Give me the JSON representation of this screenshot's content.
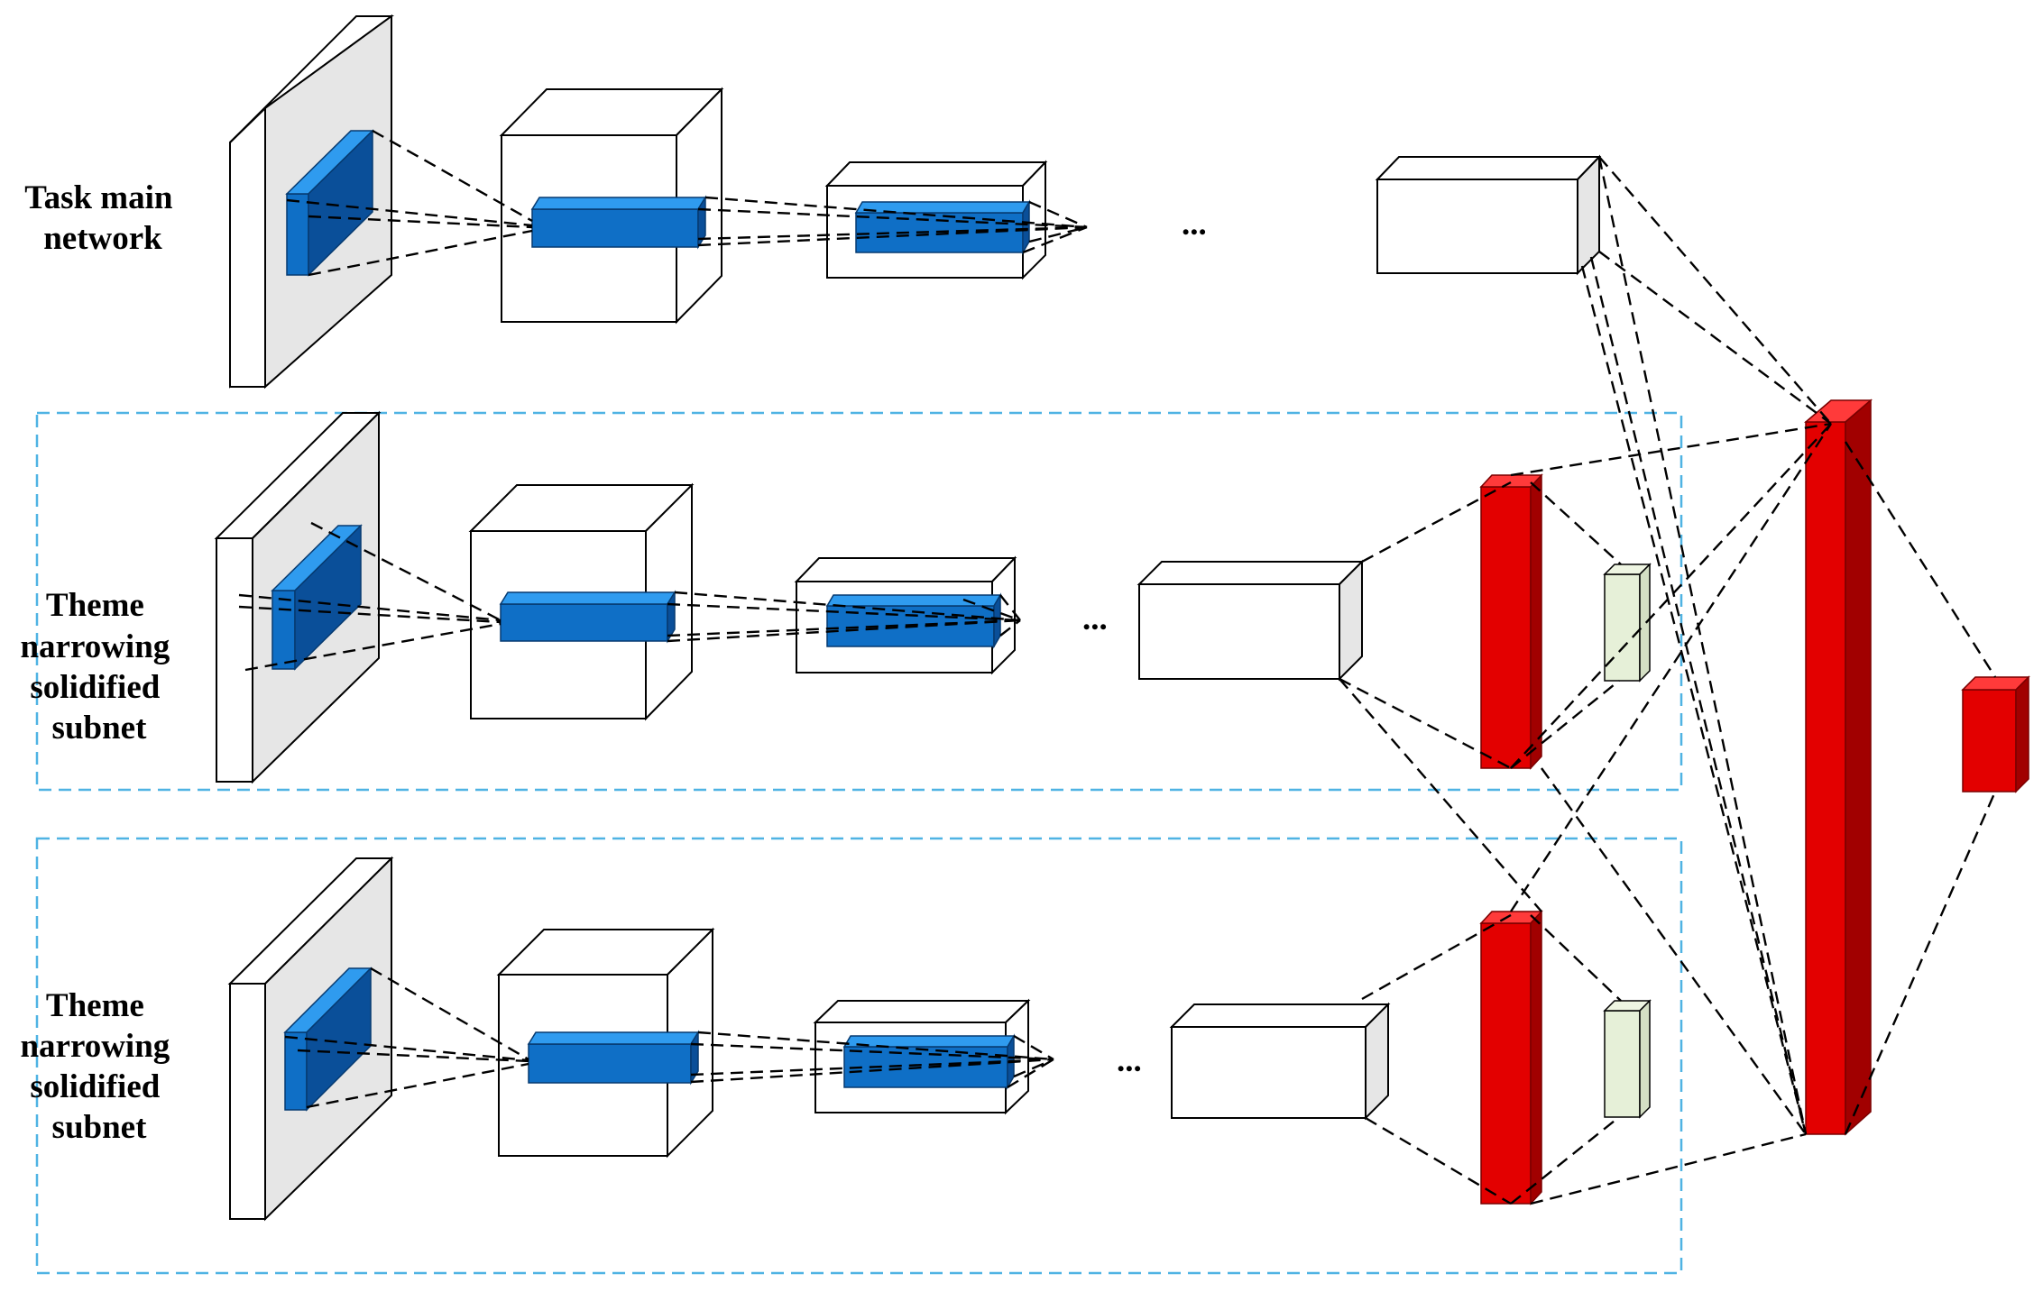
{
  "rows": [
    {
      "label_lines": [
        "Task main",
        "network"
      ],
      "ellipsis": "..."
    },
    {
      "label_lines": [
        "Theme",
        "narrowing",
        "solidified",
        "subnet"
      ],
      "ellipsis": "..."
    },
    {
      "label_lines": [
        "Theme",
        "narrowing",
        "solidified",
        "subnet"
      ],
      "ellipsis": "..."
    }
  ],
  "colors": {
    "blue_front": "#0f6fc6",
    "blue_top": "#2f9bef",
    "blue_side": "#0a4f99",
    "red_front": "#e30000",
    "red_top": "#ff3a3a",
    "red_side": "#a10000",
    "panel_side": "#e6e6e6",
    "green_front": "#e6f0d8",
    "subnet_border": "#4fb3e3"
  }
}
